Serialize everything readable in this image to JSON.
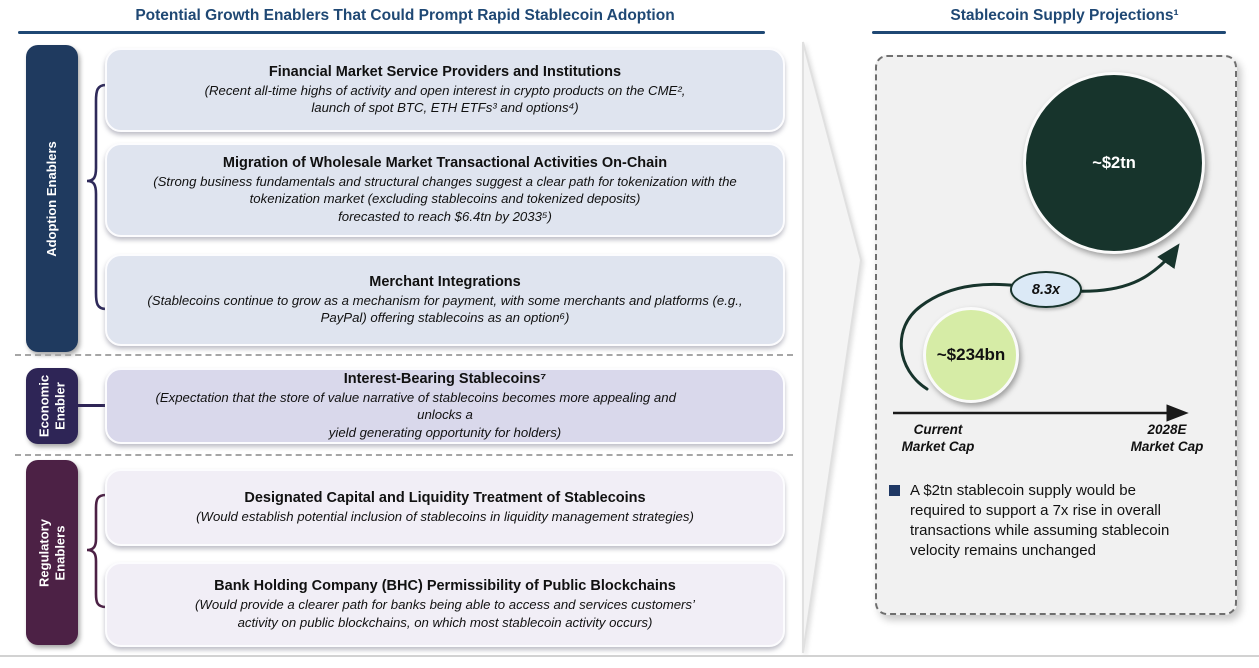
{
  "left": {
    "title": "Potential Growth Enablers That Could Prompt Rapid Stablecoin Adoption"
  },
  "right": {
    "title": "Stablecoin Supply Projections¹"
  },
  "groups": {
    "adoption": {
      "label": "Adoption Enablers"
    },
    "economic": {
      "label": "Economic\nEnabler"
    },
    "regulatory": {
      "label": "Regulatory\nEnablers"
    }
  },
  "boxes": [
    {
      "title": "Financial Market Service Providers and Institutions",
      "body": "(Recent all-time highs of activity and open interest in crypto products on the CME²,\nlaunch of spot BTC, ETH ETFs³ and options⁴)"
    },
    {
      "title": "Migration of Wholesale Market Transactional Activities On-Chain",
      "body": "(Strong business fundamentals and structural changes suggest a clear path for tokenization with the\ntokenization market (excluding stablecoins and tokenized deposits)\nforecasted to reach $6.4tn by 2033⁵)"
    },
    {
      "title": "Merchant Integrations",
      "body": "(Stablecoins continue to grow as a mechanism for payment, with some merchants and platforms (e.g.,\nPayPal) offering stablecoins as an option⁶)"
    },
    {
      "title": "Interest-Bearing Stablecoins⁷",
      "body": "(Expectation that the store of value narrative of stablecoins becomes more appealing and                 unlocks a\nyield generating opportunity for holders)"
    },
    {
      "title": "Designated Capital and Liquidity Treatment of Stablecoins",
      "body": "(Would establish potential inclusion of stablecoins in liquidity management strategies)"
    },
    {
      "title": "Bank Holding Company (BHC) Permissibility of Public Blockchains",
      "body": "(Would provide a clearer path for banks being able to access and services customers’\nactivity on public blockchains, on which most stablecoin activity occurs)"
    }
  ],
  "projection": {
    "big_bubble": "~$2tn",
    "small_bubble": "~$234bn",
    "multiplier": "8.3x",
    "axis_left": "Current\nMarket Cap",
    "axis_right": "2028E\nMarket Cap",
    "bullet": "A $2tn stablecoin supply would be\nrequired to support a 7x rise in overall\ntransactions while assuming stablecoin\nvelocity remains unchanged"
  },
  "colors": {
    "title_blue": "#1f4874",
    "adoption_navy": "#1f3a5f",
    "economic_indigo": "#2e2556",
    "regulatory_plum": "#4c2145",
    "adoption_box": "#dfe4ef",
    "economic_box": "#d9d8eb",
    "regulatory_box": "#f1eef6",
    "panel_gray": "#f1f1f1",
    "dark_green_bubble": "#17342c",
    "light_green_bubble": "#d6eca6",
    "multiplier_badge_blue": "#dbe9f6",
    "bullet_navy": "#1f3864"
  },
  "chart_data": {
    "type": "scatter",
    "title": "Stablecoin Supply Projections¹",
    "x_categories": [
      "Current Market Cap",
      "2028E Market Cap"
    ],
    "points": [
      {
        "x": "Current Market Cap",
        "label": "~$234bn",
        "value_usd_bn": 234
      },
      {
        "x": "2028E Market Cap",
        "label": "~$2tn",
        "value_usd_bn": 2000
      }
    ],
    "growth_multiple": "8.3x",
    "legend_position": "none",
    "grid": false,
    "annotation": "A $2tn stablecoin supply would be required to support a 7x rise in overall transactions while assuming stablecoin velocity remains unchanged"
  }
}
